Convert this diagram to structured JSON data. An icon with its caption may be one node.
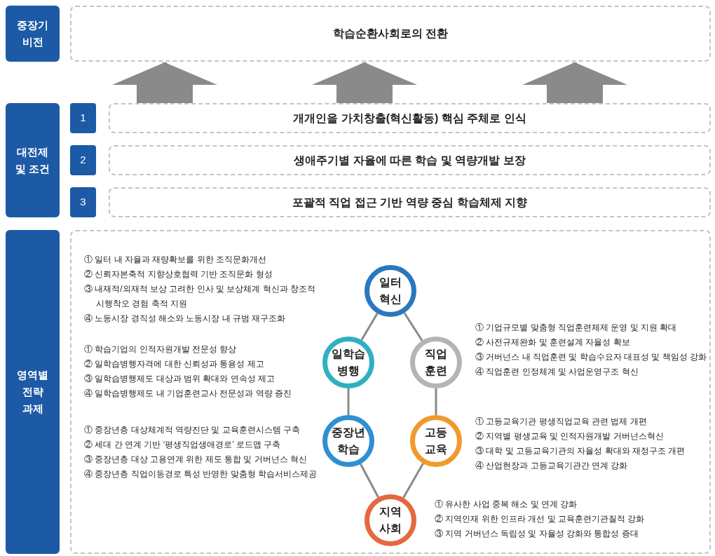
{
  "diagram": {
    "nodes": [
      {
        "text": [
          "중장기 비전"
        ]
      },
      {
        "text": [
          "학습순환사회로의 전환"
        ]
      },
      {
        "text": [
          "대전제 및 조건"
        ]
      },
      {
        "text": [
          "1"
        ]
      },
      {
        "text": [
          "개개인을 가치창출(혁신활동) 핵심 주체로 인식"
        ]
      },
      {
        "text": [
          "2"
        ]
      },
      {
        "text": [
          "생애주기별 자율에 따른 학습 및 역량개발 보장"
        ]
      },
      {
        "text": [
          "3"
        ]
      },
      {
        "text": [
          "포괄적 직업 접근 기반 역량 중심 학습체제 지향"
        ]
      },
      {
        "text": [
          "영역별 전략 과제"
        ]
      },
      {
        "text": [],
        "shape": "box"
      },
      {
        "text": [
          "일터 혁신"
        ],
        "in": 10,
        "beside": [
          "① 일터 내 자율과 재량확보를 위한 조직문화개선",
          "② 신뢰자본축적 지향상호협력 기반 조직문화 형성",
          "③ 내재적/외재적 보상 고려한 인사 및 보상체계 혁신과 창조적 시행착오 경험 축적 지원",
          "④ 노동시장 경직성 해소와 노동시장 내 규범 재구조화"
        ]
      },
      {
        "text": [
          "일학습 병행"
        ],
        "in": 10,
        "beside": [
          "① 학습기업의 인적자원개발 전문성 향상",
          "② 일학습병행자격에 대한 신뢰성과 통용성 제고",
          "③ 일학습병행제도 대상과 범위 확대와 연속성 제고",
          "④ 일학습병행제도 내 기업훈련교사 전문성과 역량 증진"
        ]
      },
      {
        "text": [
          "직업 훈련"
        ],
        "in": 10,
        "beside": [
          "① 기업규모별 맞춤형 직업훈련체제 운영 및 지원 확대",
          "② 사전규제완화 및 훈련설계 자율성 확보",
          "③ 거버넌스 내 직업훈련 및 학습수요자 대표성 및 책임성 강화",
          "④ 직업훈련 인정체계 및 사업운영구조 혁신"
        ]
      },
      {
        "text": [
          "중장년 학습"
        ],
        "in": 10,
        "beside": [
          "① 중장년층 대상체계적 역량진단 및 교육훈련시스템 구축",
          "② 세대 간 연계 기반 ‘평생직업생애경로’ 로드맵 구축",
          "③ 중장년층 대상 고용연계 위한 제도 통합 및 거버넌스 혁신",
          "④ 중장년층 직업이동경로 특성 반영한 맞춤형 학습서비스제공"
        ]
      },
      {
        "text": [
          "고등 교육"
        ],
        "in": 10,
        "beside": [
          "① 고등교육기관 평생직업교육 관련 법제 개편",
          "② 지역별 평생교육 및 인적자원개발 거버넌스혁신",
          "③ 대학 및 고등교육기관의 자율성 확대와 재정구조 개편",
          "④ 산업현장과 고등교육기관간 연계 강화"
        ]
      },
      {
        "text": [
          "지역 사회"
        ],
        "in": 10,
        "beside": [
          "① 유사한 사업 중복 해소 및 연계 강화",
          "② 지역인재 위한 인프라 개선 및 교육훈련기관질적 강화",
          "③ 지역 거버넌스 독립성 및 자율성 강화와 통합성 증대"
        ]
      }
    ],
    "edges": [
      {
        "from": 4,
        "to": 1,
        "arrow": "to",
        "style": "thick"
      },
      {
        "from": 4,
        "to": 1,
        "arrow": "to",
        "style": "thick"
      },
      {
        "from": 4,
        "to": 1,
        "arrow": "to",
        "style": "thick"
      },
      {
        "from": 11,
        "to": 12,
        "arrow": "none"
      },
      {
        "from": 11,
        "to": 13,
        "arrow": "none"
      },
      {
        "from": 12,
        "to": 14,
        "arrow": "none"
      },
      {
        "from": 13,
        "to": 15,
        "arrow": "none"
      },
      {
        "from": 14,
        "to": 16,
        "arrow": "none"
      },
      {
        "from": 15,
        "to": 16,
        "arrow": "none"
      }
    ]
  }
}
